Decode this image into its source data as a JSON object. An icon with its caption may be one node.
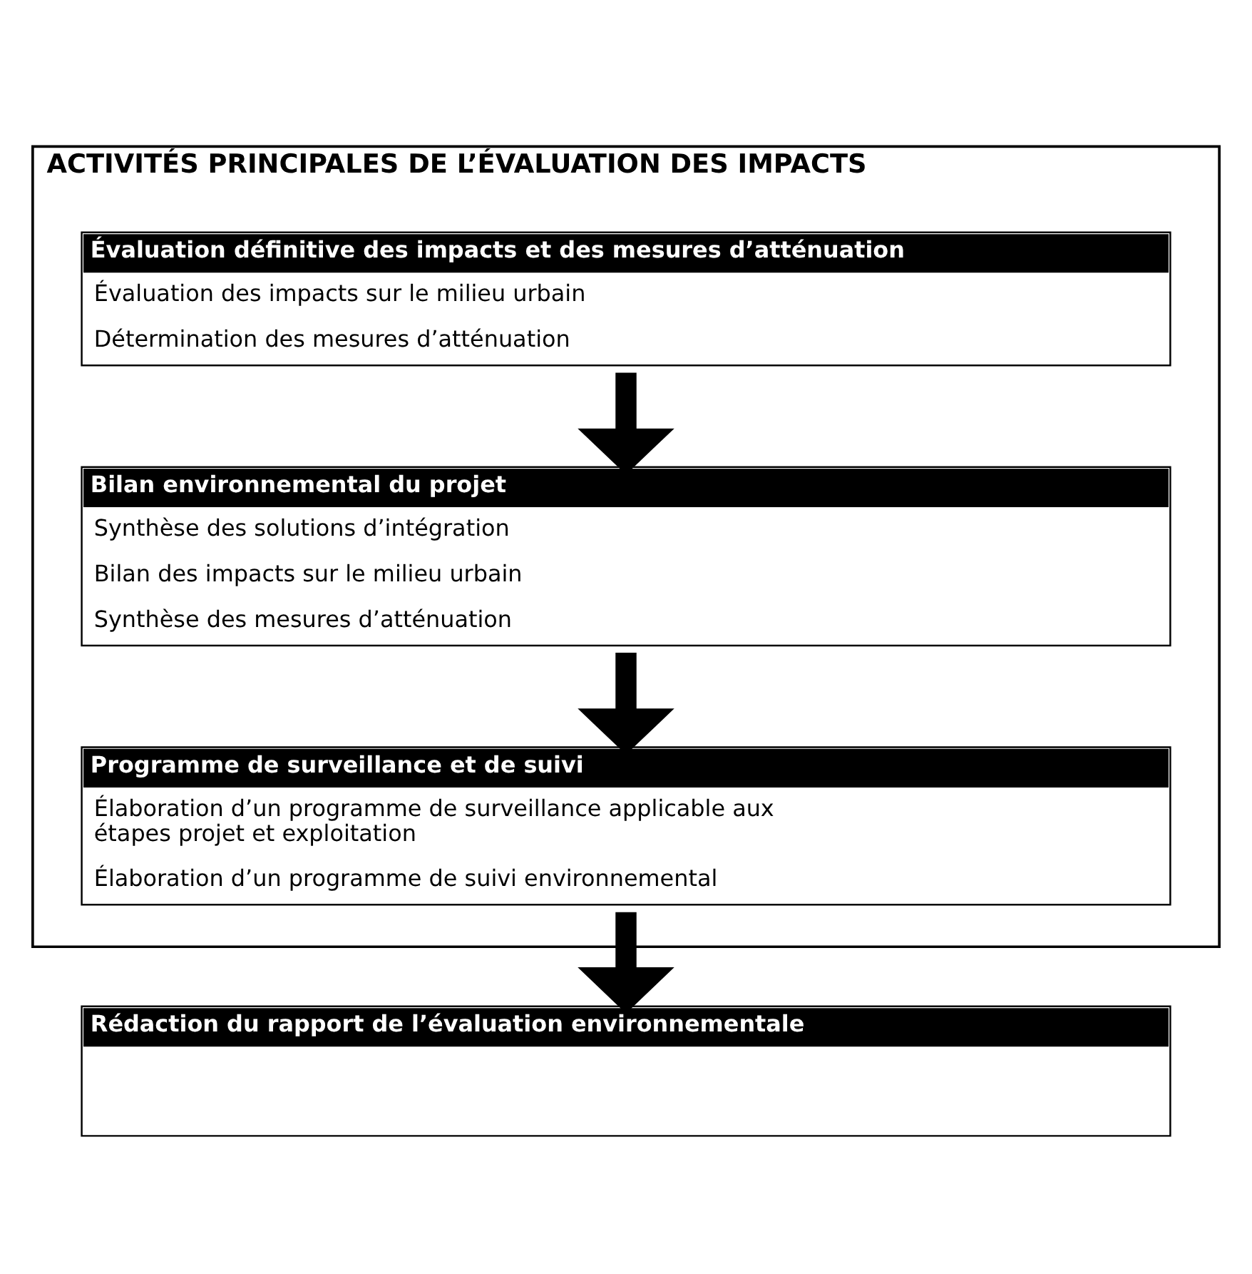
{
  "diagram": {
    "nodes": [
      {
        "text": [
          "ACTIVITÉS PRINCIPALES DE L’ÉVALUATION DES IMPACTS"
        ]
      },
      {
        "text": [
          "Évaluation définitive des impacts et des mesures d’atténuation",
          "Évaluation des impacts sur le milieu urbain",
          "Détermination des mesures d’atténuation"
        ],
        "in": 0
      },
      {
        "text": [
          "Bilan environnemental du projet",
          "Synthèse des solutions d’intégration",
          "Bilan des impacts sur le milieu urbain",
          "Synthèse des mesures d’atténuation"
        ],
        "in": 0
      },
      {
        "text": [
          "Programme de surveillance et de suivi",
          "Élaboration d’un programme de surveillance applicable aux étapes projet et exploitation",
          "Élaboration d’un programme de suivi environnemental"
        ],
        "in": 0
      },
      {
        "text": [
          "Rédaction du rapport de l’évaluation environnementale"
        ]
      }
    ],
    "edges": [
      {
        "from": 1,
        "to": 2,
        "arrow": "to"
      },
      {
        "from": 2,
        "to": 3,
        "arrow": "to"
      },
      {
        "from": 3,
        "to": 4,
        "arrow": "to"
      }
    ]
  }
}
